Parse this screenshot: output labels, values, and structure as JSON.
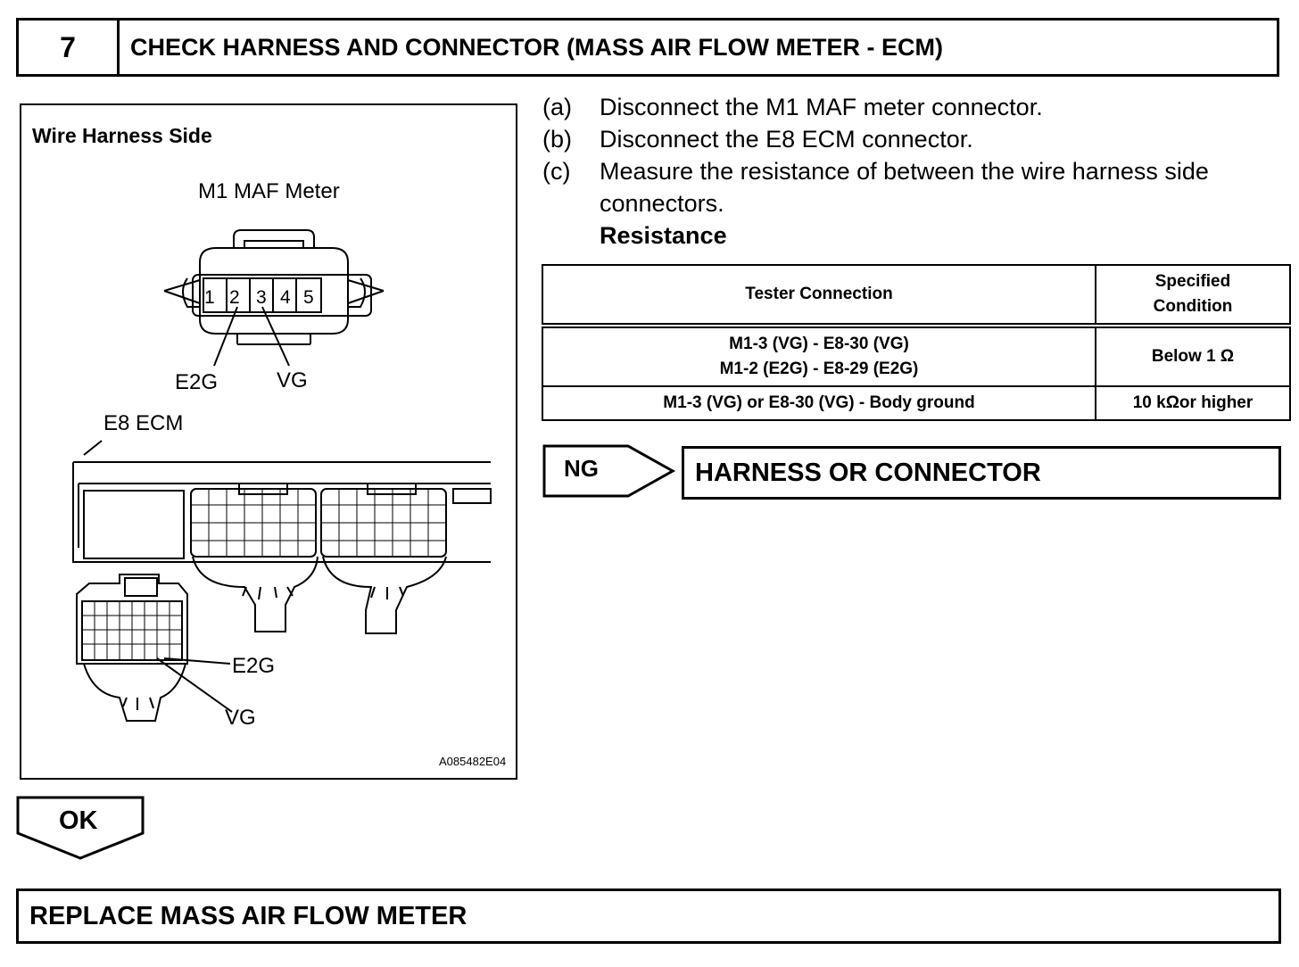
{
  "step": {
    "number": "7",
    "title": "CHECK HARNESS AND CONNECTOR (MASS AIR FLOW METER - ECM)"
  },
  "figure": {
    "heading": "Wire Harness Side",
    "maf_label": "M1 MAF Meter",
    "pins": [
      "1",
      "2",
      "3",
      "4",
      "5"
    ],
    "maf_e2g": "E2G",
    "maf_vg": "VG",
    "ecm_label": "E8 ECM",
    "ecm_e2g": "E2G",
    "ecm_vg": "VG",
    "code": "A085482E04"
  },
  "instructions": [
    {
      "letter": "(a)",
      "text": "Disconnect the M1 MAF meter connector."
    },
    {
      "letter": "(b)",
      "text": "Disconnect the E8 ECM connector."
    },
    {
      "letter": "(c)",
      "text": "Measure the resistance of between the wire harness side connectors."
    }
  ],
  "resistance_heading": "Resistance",
  "table": {
    "headers": [
      "Tester Connection",
      "Specified Condition"
    ],
    "rows": [
      {
        "connection_line1": "M1-3 (VG) - E8-30 (VG)",
        "connection_line2": "M1-2 (E2G) - E8-29 (E2G)",
        "condition": "Below 1 Ω"
      },
      {
        "connection": "M1-3 (VG) or E8-30 (VG) - Body ground",
        "condition": "10 kΩor higher"
      }
    ]
  },
  "ng": {
    "label": "NG",
    "result": "HARNESS OR CONNECTOR"
  },
  "ok": {
    "label": "OK",
    "result": "REPLACE MASS AIR FLOW METER"
  }
}
